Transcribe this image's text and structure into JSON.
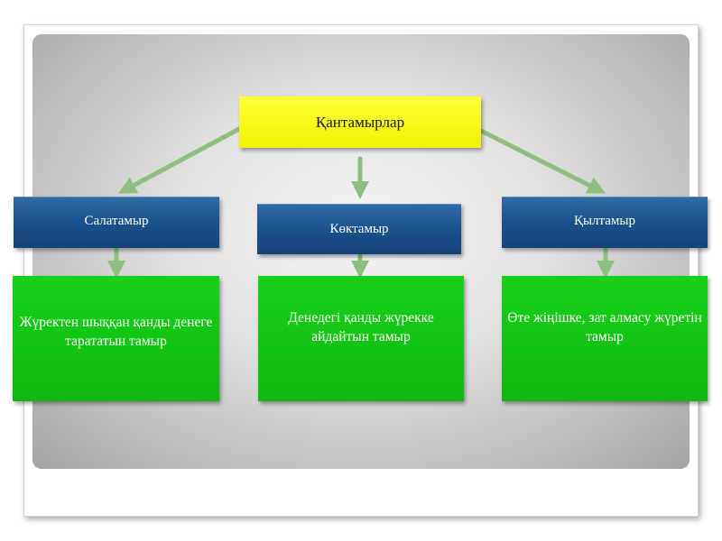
{
  "diagram": {
    "root": {
      "label": "Қантамырлар"
    },
    "categories": [
      {
        "label": "Салатамыр",
        "description": "Жүректен шыққан қанды денеге тарататын тамыр"
      },
      {
        "label": "Көктамыр",
        "description": "Денедегі қанды жүрекке айдайтын тамыр"
      },
      {
        "label": "Қылтамыр",
        "description": "Өте жіңішке, зат алмасу жүретін тамыр"
      }
    ],
    "colors": {
      "root_fill": "#f5f500",
      "category_fill": "#1d528c",
      "description_fill": "#13c213",
      "arrow": "#8fbf80",
      "panel": "#d4d4d4"
    }
  }
}
